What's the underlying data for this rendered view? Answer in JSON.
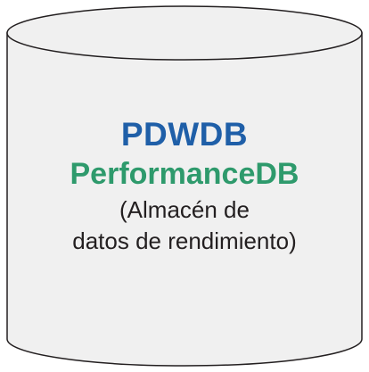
{
  "database": {
    "name": "PDWDB",
    "full_name": "PerformanceDB",
    "description_line1": "(Almacén de",
    "description_line2": "datos de rendimiento)"
  },
  "colors": {
    "cylinder_fill": "#f0f0f0",
    "cylinder_outline": "#231f20",
    "name_color": "#1f5fa8",
    "full_name_color": "#2e9a6c",
    "description_color": "#231f20"
  }
}
